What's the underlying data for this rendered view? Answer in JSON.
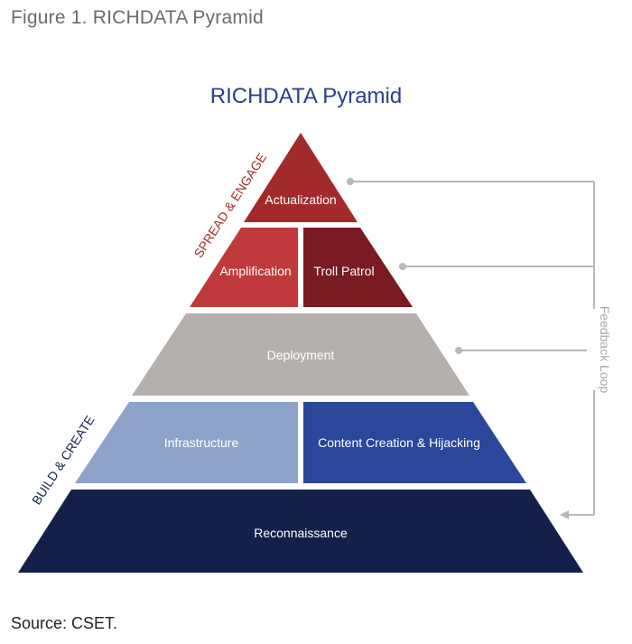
{
  "caption": "Figure 1. RICHDATA Pyramid",
  "title": "RICHDATA Pyramid",
  "source": "Source: CSET.",
  "side_labels": {
    "top": "SPREAD & ENGAGE",
    "bottom": "BUILD & CREATE"
  },
  "layers": {
    "actualization": "Actualization",
    "amplification": "Amplification",
    "troll_patrol": "Troll Patrol",
    "deployment": "Deployment",
    "infrastructure": "Infrastructure",
    "content_creation": "Content Creation & Hijacking",
    "reconnaissance": "Reconnaissance"
  },
  "feedback_label": "Feedback Loop",
  "colors": {
    "title": "#2b3f8f",
    "actualization": "#a32a2b",
    "amplification": "#c0393c",
    "troll_patrol": "#7a1b22",
    "deployment": "#b5b0ae",
    "infrastructure": "#8da3c9",
    "content_creation": "#2b479c",
    "reconnaissance": "#13214a",
    "side_label": "#a32a2b",
    "side_label_bottom": "#13214a",
    "loop": "#b8b8b8"
  }
}
